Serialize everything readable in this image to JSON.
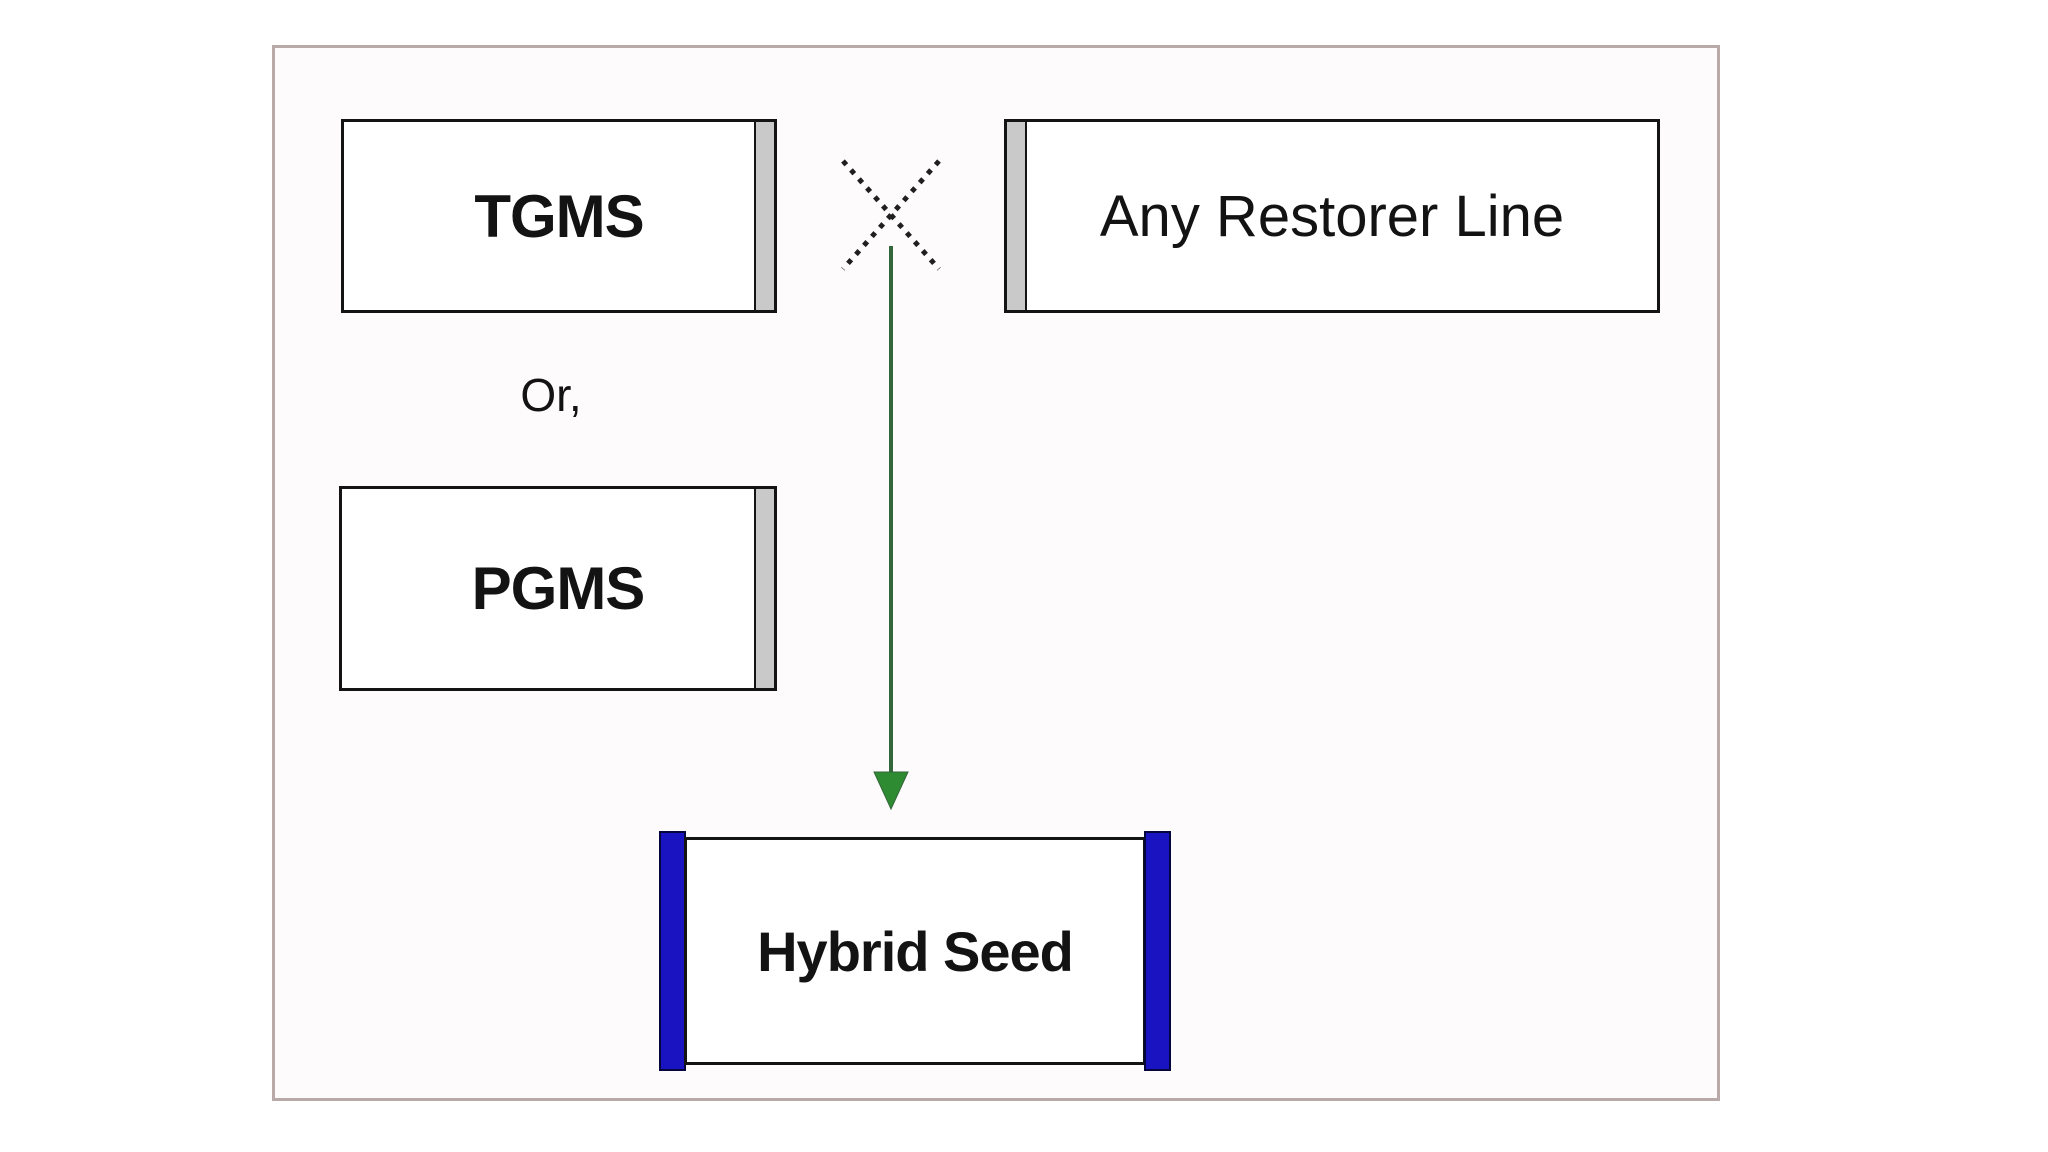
{
  "diagram": {
    "description": "Hybrid seed production scheme using TGMS or PGMS lines crossed with any restorer line",
    "nodes": {
      "tgms": {
        "label": "TGMS"
      },
      "pgms": {
        "label": "PGMS"
      },
      "restorer": {
        "label": "Any Restorer Line"
      },
      "hybrid": {
        "label": "Hybrid Seed"
      }
    },
    "connectors": {
      "or_label": "Or,",
      "cross_symbol": "cross-icon",
      "arrow": "arrow-down-icon"
    },
    "colors": {
      "frame_border": "#b9a9a9",
      "box_border": "#141414",
      "gray_bar": "#c9c9c9",
      "blue_bar": "#1a13c2",
      "blue_bar_edge": "#06063f",
      "arrow_green": "#33663a",
      "arrow_head": "#2e8b32",
      "cross_color": "#1f1f1f",
      "text_color": "#131313"
    }
  }
}
